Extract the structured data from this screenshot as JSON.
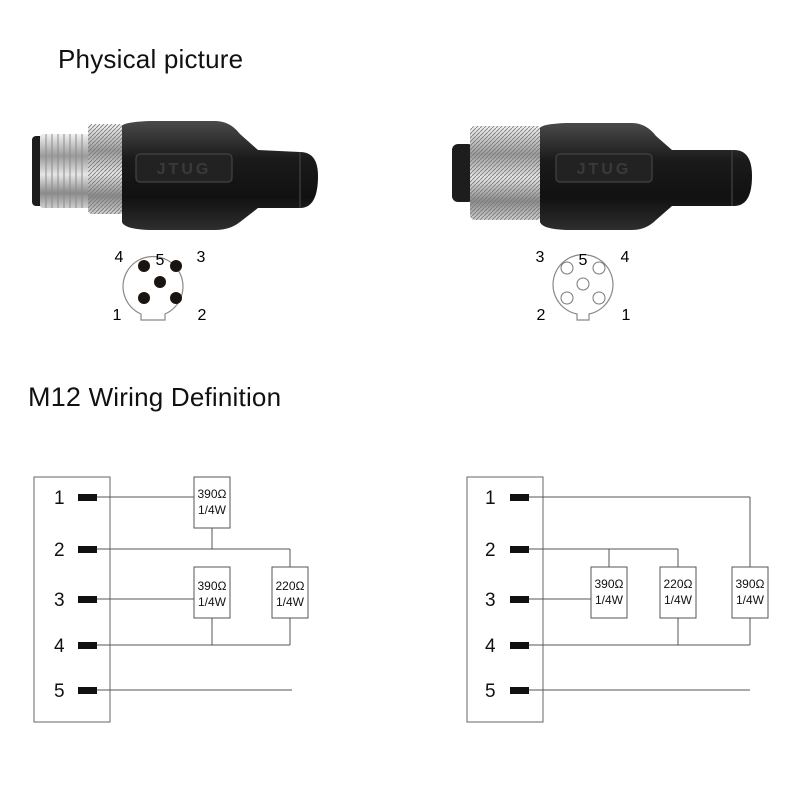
{
  "headings": {
    "physical": "Physical picture",
    "wiring_prefix": "M12",
    "wiring": "Wiring Definition"
  },
  "connectors": {
    "male": {
      "brand": "JTUG",
      "pins": [
        "1",
        "2",
        "3",
        "4",
        "5"
      ]
    },
    "female": {
      "brand": "JTUG",
      "pins": [
        "1",
        "2",
        "3",
        "4",
        "5"
      ]
    }
  },
  "wiring_left": {
    "pins": [
      "1",
      "2",
      "3",
      "4",
      "5"
    ],
    "resistors": [
      {
        "value": "390Ω",
        "power": "1/4W"
      },
      {
        "value": "390Ω",
        "power": "1/4W"
      },
      {
        "value": "220Ω",
        "power": "1/4W"
      }
    ]
  },
  "wiring_right": {
    "pins": [
      "1",
      "2",
      "3",
      "4",
      "5"
    ],
    "resistors": [
      {
        "value": "390Ω",
        "power": "1/4W"
      },
      {
        "value": "220Ω",
        "power": "1/4W"
      },
      {
        "value": "390Ω",
        "power": "1/4W"
      }
    ]
  },
  "colors": {
    "pin_dark": "#1a1410",
    "connector_body": "#1b1b1b",
    "metal": "#c9c9c9",
    "line": "#555555"
  }
}
